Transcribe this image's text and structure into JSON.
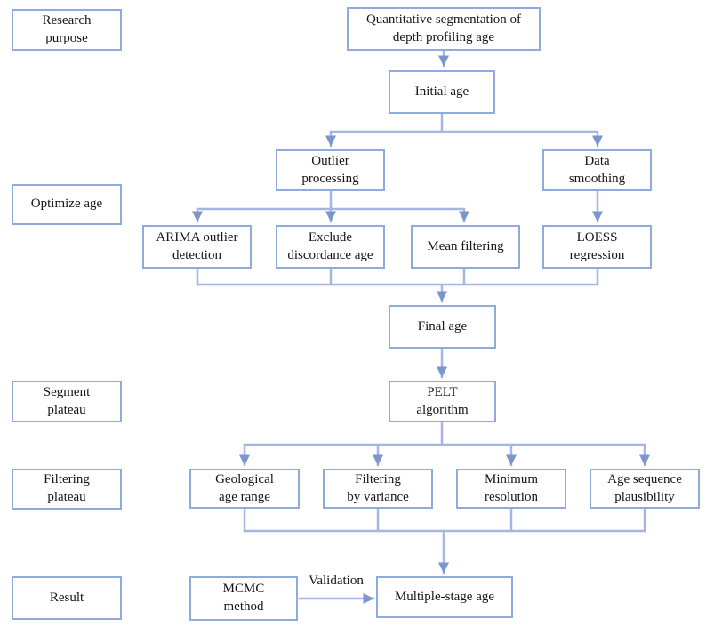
{
  "diagram_title": "Quantitative segmentation of depth profiling age",
  "colors": {
    "box_border": "#8faadc",
    "connector_line": "#a5b6e2",
    "arrowhead": "#7c95cd",
    "text": "#141414",
    "background": "#ffffff"
  },
  "stage_labels": {
    "research_purpose": "Research\npurpose",
    "optimize_age": "Optimize age",
    "segment_plateau": "Segment\nplateau",
    "filtering_plateau": "Filtering\nplateau",
    "result": "Result"
  },
  "nodes": {
    "quantitative": "Quantitative segmentation of\ndepth profiling age",
    "initial_age": "Initial age",
    "outlier_processing": "Outlier\nprocessing",
    "data_smoothing": "Data\nsmoothing",
    "arima": "ARIMA outlier\ndetection",
    "exclude_discordance": "Exclude\ndiscordance age",
    "mean_filtering": "Mean filtering",
    "loess": "LOESS\nregression",
    "final_age": "Final age",
    "pelt": "PELT\nalgorithm",
    "geological_age_range": "Geological\nage range",
    "filtering_by_variance": "Filtering\nby variance",
    "minimum_resolution": "Minimum\nresolution",
    "age_sequence_plausibility": "Age sequence\nplausibility",
    "mcmc": "MCMC\nmethod",
    "multiple_stage_age": "Multiple-stage age"
  },
  "edge_labels": {
    "validation": "Validation"
  }
}
